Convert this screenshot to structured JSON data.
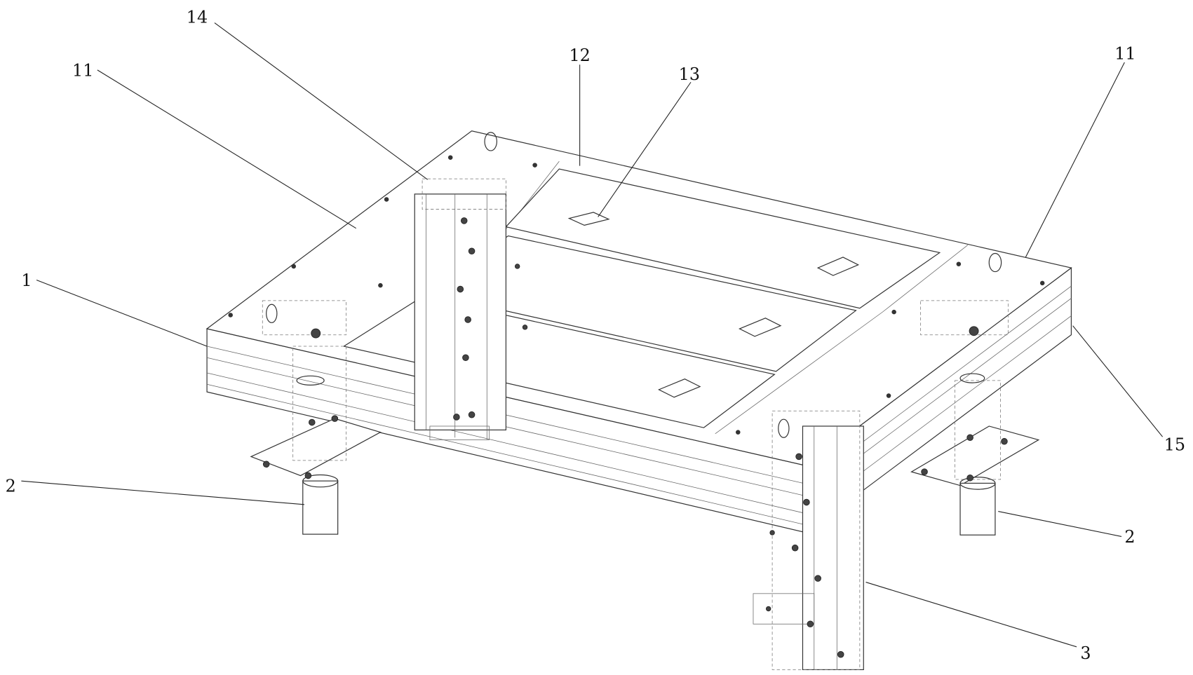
{
  "figure": {
    "labels": {
      "label_14": "14",
      "label_11_left": "11",
      "label_12": "12",
      "label_13": "13",
      "label_11_right": "11",
      "label_1": "1",
      "label_15": "15",
      "label_2_left": "2",
      "label_2_right": "2",
      "label_3": "3"
    }
  }
}
